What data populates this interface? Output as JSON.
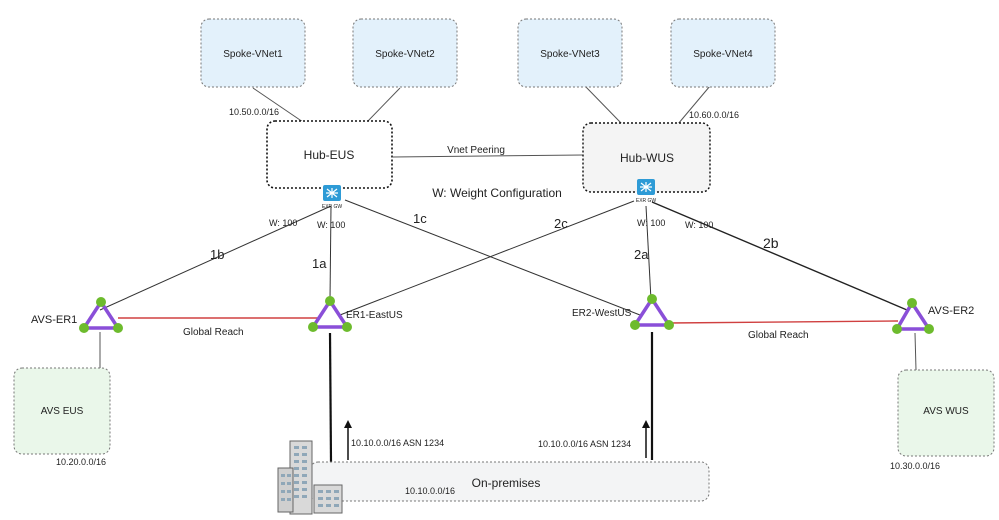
{
  "spokes": [
    "Spoke-VNet1",
    "Spoke-VNet2",
    "Spoke-VNet3",
    "Spoke-VNet4"
  ],
  "hubs": {
    "eus": "Hub-EUS",
    "wus": "Hub-WUS"
  },
  "peering": "Vnet Peering",
  "weight_note": "W: Weight Configuration",
  "gateway_label": "EXR GW",
  "circuits": {
    "er1": "ER1-EastUS",
    "er2": "ER2-WestUS",
    "avs1": "AVS-ER1",
    "avs2": "AVS-ER2"
  },
  "weights": {
    "w1": "W: 100",
    "w2": "W: 100",
    "w3": "W: 100",
    "w4": "W: 100"
  },
  "links": {
    "l1a": "1a",
    "l1b": "1b",
    "l1c": "1c",
    "l2a": "2a",
    "l2b": "2b",
    "l2c": "2c"
  },
  "global_reach": [
    "Global Reach",
    "Global Reach"
  ],
  "avs": {
    "eus": "AVS EUS",
    "wus": "AVS WUS"
  },
  "onprem": "On-premises",
  "prefixes": {
    "spoke_eus": "10.50.0.0/16",
    "spoke_wus": "10.60.0.0/16",
    "avs_eus": "10.20.0.0/16",
    "avs_wus": "10.30.0.0/16",
    "onprem": "10.10.0.0/16",
    "adv1": "10.10.0.0/16 ASN 1234",
    "adv2": "10.10.0.0/16 ASN 1234"
  },
  "colors": {
    "weight": "#e03030",
    "global_reach": "#d04040",
    "circuit": "#8a4fd8",
    "node": "#6dbb2d",
    "spoke_fill": "#e3f1fb",
    "avs_fill": "#eaf7ea"
  }
}
